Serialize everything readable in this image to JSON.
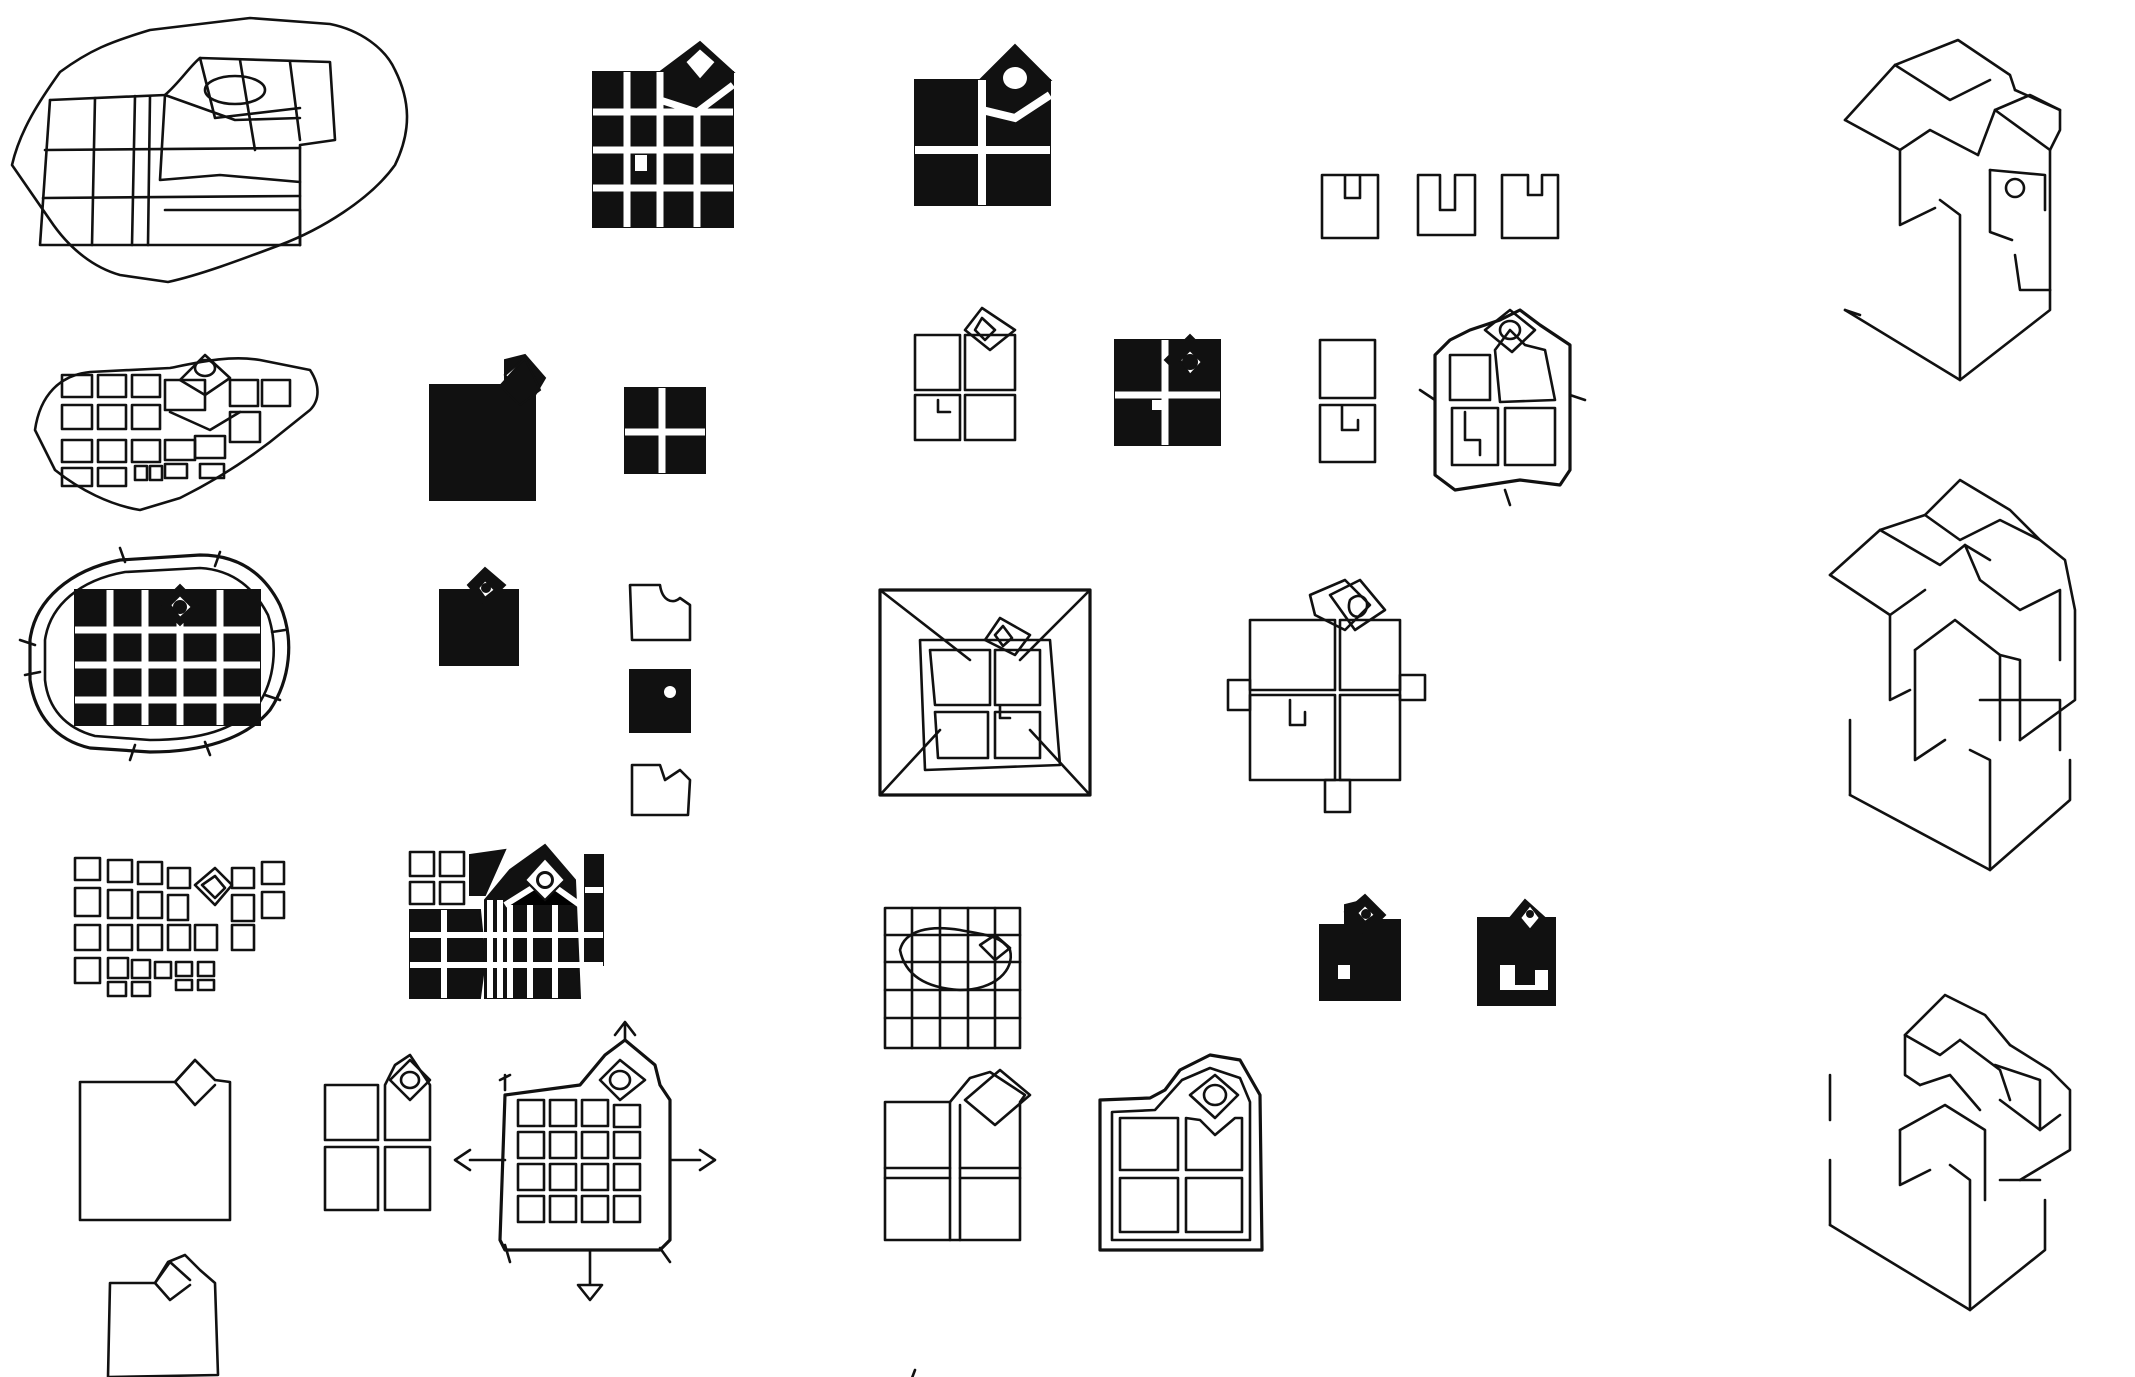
{
  "figure": {
    "kind": "architectural plan sketches",
    "ink_color": "#111111",
    "paper_color": "#ffffff",
    "text_labels": []
  },
  "sketches": [
    {
      "id": "city-outline-grid-plan"
    },
    {
      "id": "black-grid-with-diamond-plan"
    },
    {
      "id": "black-quad-with-diamond-plan"
    },
    {
      "id": "small-l-shape-outlines"
    },
    {
      "id": "isometric-block-top"
    },
    {
      "id": "irregular-city-blocks-plan"
    },
    {
      "id": "black-solid-with-diamond-plan"
    },
    {
      "id": "black-four-square-plan"
    },
    {
      "id": "outline-quad-with-diamond-plan"
    },
    {
      "id": "black-quad-diamond-plan-2"
    },
    {
      "id": "outline-stack-with-l-plan"
    },
    {
      "id": "walled-quad-with-diamond-plan"
    },
    {
      "id": "fortified-oval-city-plan"
    },
    {
      "id": "small-black-square-diamond"
    },
    {
      "id": "notched-square-series"
    },
    {
      "id": "framed-square-pyramid-plan"
    },
    {
      "id": "crossing-plan-with-arms"
    },
    {
      "id": "isometric-block-middle"
    },
    {
      "id": "irregular-block-grid-plan"
    },
    {
      "id": "black-grid-radial-plan"
    },
    {
      "id": "grid-with-curve-plan"
    },
    {
      "id": "black-square-diamond-small"
    },
    {
      "id": "black-square-notched-diamond"
    },
    {
      "id": "square-with-diamond-outline"
    },
    {
      "id": "four-square-with-diamond"
    },
    {
      "id": "grid-with-arrows-plan"
    },
    {
      "id": "cross-square-with-diamond"
    },
    {
      "id": "walled-four-square-with-diamond"
    },
    {
      "id": "isometric-block-bottom"
    },
    {
      "id": "small-square-with-diamond"
    }
  ]
}
